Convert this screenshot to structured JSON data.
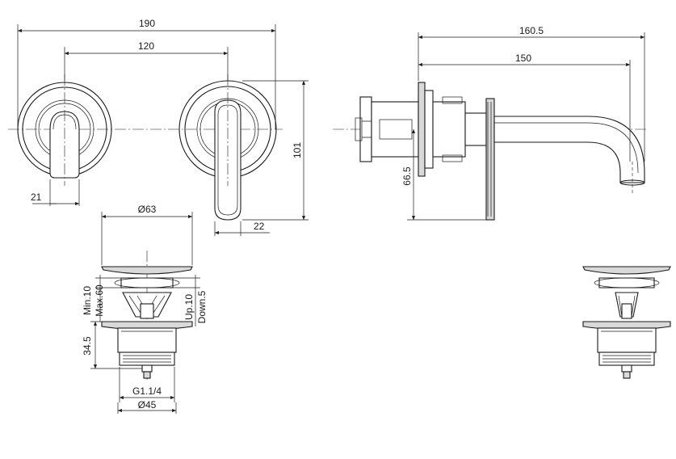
{
  "dimensions": {
    "front_total_width": "190",
    "front_center_distance": "120",
    "lever_offset": "21",
    "height": "101",
    "handle_offset": "22",
    "spout_projection_total": "160.5",
    "spout_projection": "150",
    "spout_height": "66.5",
    "waste_cap_diameter": "Ø63",
    "waste_stroke_min": "Min.10",
    "waste_stroke_max": "Max.60",
    "waste_up": "Up.10",
    "waste_down": "Down.5",
    "waste_body_height": "34.5",
    "waste_thread": "G1.1/4",
    "waste_body_diameter": "Ø45"
  }
}
